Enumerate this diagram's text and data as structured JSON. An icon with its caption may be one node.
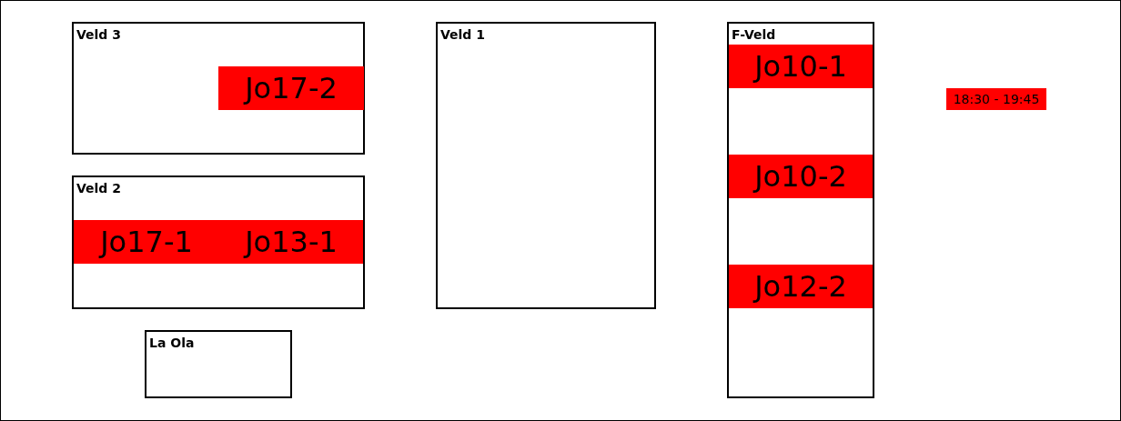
{
  "diagram": {
    "nodes": [
      {
        "text": [
          "Veld 3"
        ]
      },
      {
        "text": [
          "Jo17-2"
        ],
        "in": 0
      },
      {
        "text": [
          "Veld 2"
        ]
      },
      {
        "text": [
          "Jo17-1"
        ],
        "in": 2
      },
      {
        "text": [
          "Jo13-1"
        ],
        "in": 2
      },
      {
        "text": [
          "La Ola"
        ]
      },
      {
        "text": [
          "Veld 1"
        ]
      },
      {
        "text": [
          "F-Veld"
        ]
      },
      {
        "text": [
          "Jo10-1"
        ],
        "in": 7
      },
      {
        "text": [
          "Jo10-2"
        ],
        "in": 7
      },
      {
        "text": [
          "Jo12-2"
        ],
        "in": 7
      },
      {
        "text": [
          "18:30 - 19:45"
        ]
      }
    ],
    "edges": []
  }
}
